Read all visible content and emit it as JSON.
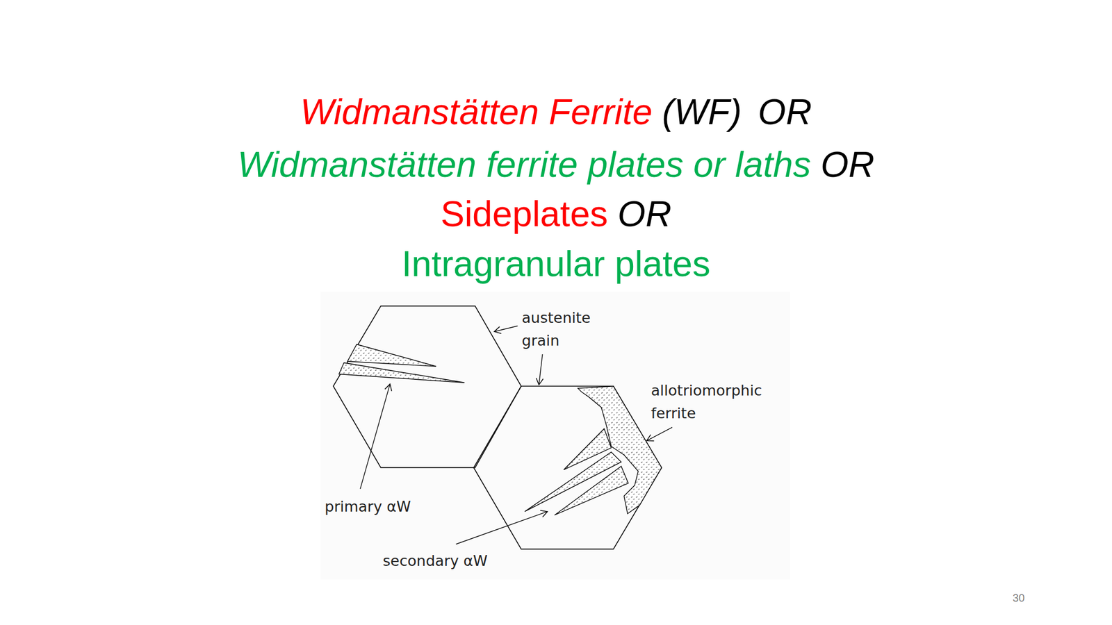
{
  "diagram": {
    "labels": [
      "Widmanstätten Ferrite",
      "(WF)",
      "OR",
      "Widmanstätten ferrite plates or laths",
      "OR",
      "Sideplates",
      "OR",
      "Intragranular plates",
      "austenite grain",
      "allotriomorphic ferrite",
      "primary αW",
      "secondary αW",
      "30"
    ]
  }
}
